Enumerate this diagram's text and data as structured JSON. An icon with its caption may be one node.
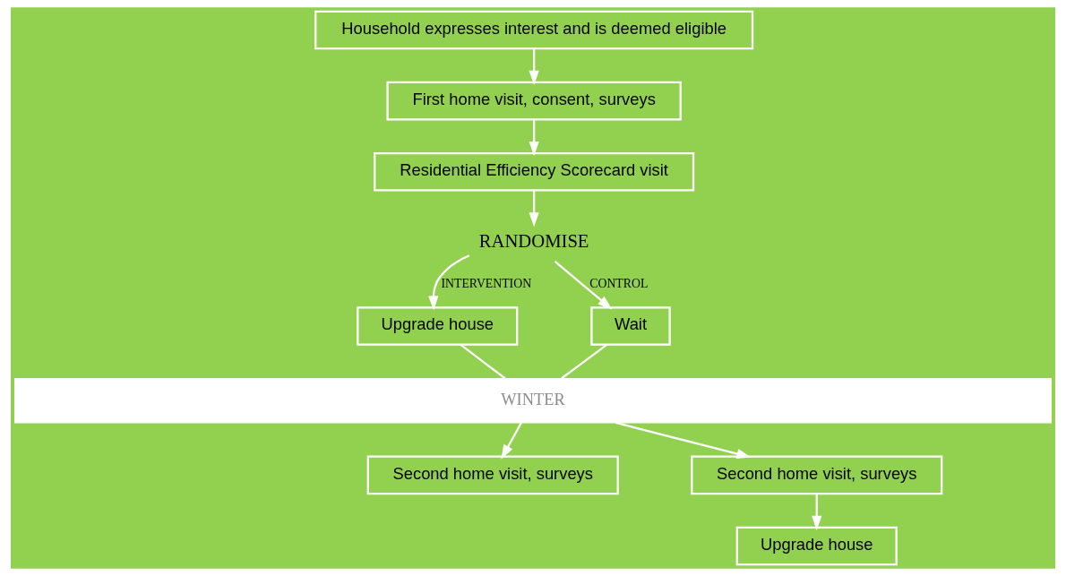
{
  "diagram": {
    "nodes": [
      {
        "text": [
          "Household expresses interest and is deemed eligible"
        ]
      },
      {
        "text": [
          "First home visit, consent, surveys"
        ]
      },
      {
        "text": [
          "Residential Efficiency Scorecard visit"
        ]
      },
      {
        "text": [
          "RANDOMISE"
        ]
      },
      {
        "text": [
          "Upgrade house"
        ]
      },
      {
        "text": [
          "Wait"
        ]
      },
      {
        "text": [
          "WINTER"
        ]
      },
      {
        "text": [
          "Second home visit, surveys"
        ]
      },
      {
        "text": [
          "Second home visit, surveys"
        ]
      },
      {
        "text": [
          "Upgrade house"
        ]
      }
    ],
    "edges": [
      {
        "from": 0,
        "to": 1,
        "arrow": "to"
      },
      {
        "from": 1,
        "to": 2,
        "arrow": "to"
      },
      {
        "from": 2,
        "to": 3,
        "arrow": "to"
      },
      {
        "from": 3,
        "to": 4,
        "arrow": "to",
        "label": "INTERVENTION"
      },
      {
        "from": 3,
        "to": 5,
        "arrow": "to",
        "label": "CONTROL"
      },
      {
        "from": 4,
        "to": 6,
        "arrow": "none"
      },
      {
        "from": 5,
        "to": 6,
        "arrow": "none"
      },
      {
        "from": 6,
        "to": 7,
        "arrow": "to"
      },
      {
        "from": 6,
        "to": 8,
        "arrow": "to"
      },
      {
        "from": 8,
        "to": 9,
        "arrow": "to"
      }
    ]
  }
}
